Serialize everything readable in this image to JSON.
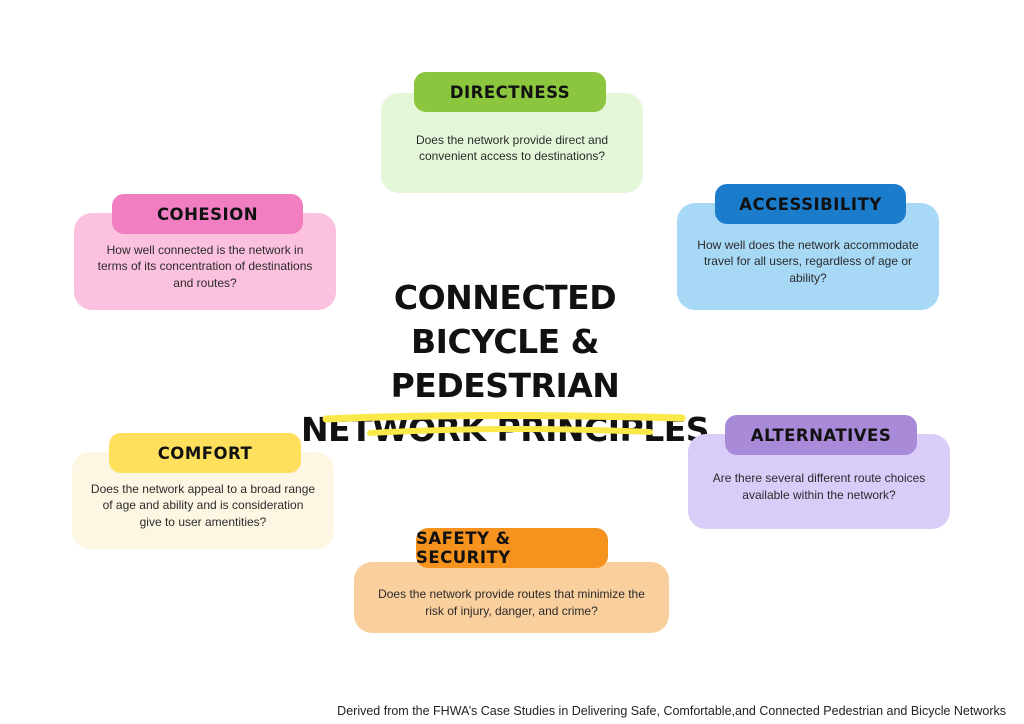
{
  "title": {
    "line1": "CONNECTED",
    "line2": "BICYCLE & PEDESTRIAN",
    "line3": "NETWORK PRINCIPLES"
  },
  "principles": {
    "directness": {
      "label": "DIRECTNESS",
      "text": "Does the network provide direct and convenient access to destinations?",
      "tag_color": "#8cc63f",
      "card_color": "#e3f7d8"
    },
    "cohesion": {
      "label": "COHESION",
      "text": "How well connected is the network in terms of its concentration of destinations and routes?",
      "tag_color": "#f07ec0",
      "card_color": "#fcc1df"
    },
    "accessibility": {
      "label": "ACCESSIBILITY",
      "text": "How well does the network accommodate travel for all users, regardless of age or ability?",
      "tag_color": "#1b7ccc",
      "card_color": "#a7d9f7"
    },
    "alternatives": {
      "label": "ALTERNATIVES",
      "text": "Are there several different route choices available within the network?",
      "tag_color": "#a98ad9",
      "card_color": "#d9ccf8"
    },
    "comfort": {
      "label": "COMFORT",
      "text": "Does the network appeal to a broad range of age and ability and is consideration give to user amentities?",
      "tag_color": "#ffe05c",
      "card_color": "#fdf6e3"
    },
    "safety": {
      "label": "SAFETY & SECURITY",
      "text": "Does the network provide routes that minimize the risk of injury, danger, and crime?",
      "tag_color": "#f6921e",
      "card_color": "#f9cf9e"
    }
  },
  "highlight_color": "#fbe94a",
  "footer": "Derived from the FHWA’s Case Studies in Delivering Safe, Comfortable,and Connected Pedestrian and Bicycle Networks"
}
